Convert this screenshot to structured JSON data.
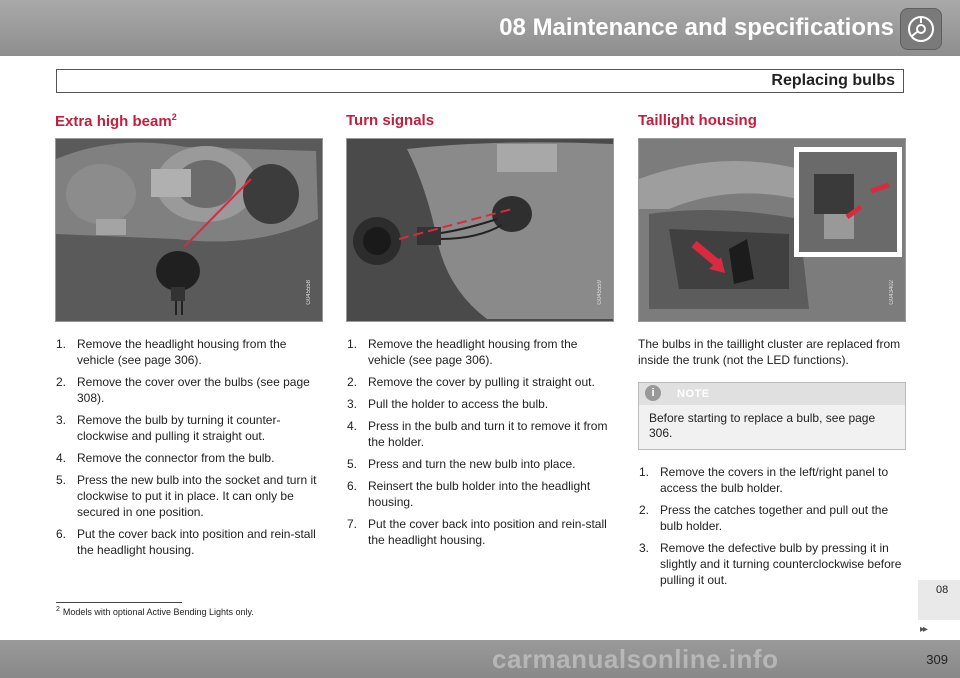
{
  "header": {
    "chapter_title": "08 Maintenance and specifications",
    "chapter_icon": "wrench-gear-icon",
    "section_title": "Replacing bulbs"
  },
  "columns": [
    {
      "heading": "Extra high beam",
      "heading_sup": "2",
      "figure_code": "G045558",
      "steps": [
        {
          "n": "1.",
          "text": "Remove the headlight housing from the vehicle (see page 306)."
        },
        {
          "n": "2.",
          "text": "Remove the cover over the bulbs (see page 308)."
        },
        {
          "n": "3.",
          "text": "Remove the bulb by turning it counter-clockwise and pulling it straight out."
        },
        {
          "n": "4.",
          "text": "Remove the connector from the bulb."
        },
        {
          "n": "5.",
          "text": "Press the new bulb into the socket and turn it clockwise to put it in place. It can only be secured in one position."
        },
        {
          "n": "6.",
          "text": "Put the cover back into position and rein-stall the headlight housing."
        }
      ]
    },
    {
      "heading": "Turn signals",
      "figure_code": "G045559",
      "steps": [
        {
          "n": "1.",
          "text": "Remove the headlight housing from the vehicle (see page 306)."
        },
        {
          "n": "2.",
          "text": "Remove the cover by pulling it straight out."
        },
        {
          "n": "3.",
          "text": "Pull the holder to access the bulb."
        },
        {
          "n": "4.",
          "text": "Press in the bulb and turn it to remove it from the holder."
        },
        {
          "n": "5.",
          "text": "Press and turn the new bulb into place."
        },
        {
          "n": "6.",
          "text": "Reinsert the bulb holder into the headlight housing."
        },
        {
          "n": "7.",
          "text": "Put the cover back into position and rein-stall the headlight housing."
        }
      ]
    },
    {
      "heading": "Taillight housing",
      "figure_code": "G043402",
      "intro": "The bulbs in the taillight cluster are replaced from inside the trunk (not the LED functions).",
      "note": {
        "icon": "info-icon",
        "label": "NOTE",
        "text": "Before starting to replace a bulb, see page 306."
      },
      "steps": [
        {
          "n": "1.",
          "text": "Remove the covers in the left/right panel to access the bulb holder."
        },
        {
          "n": "2.",
          "text": "Press the catches together and pull out the bulb holder."
        },
        {
          "n": "3.",
          "text": "Remove the defective bulb by pressing it in slightly and it turning counterclockwise before pulling it out."
        }
      ]
    }
  ],
  "footnote": {
    "marker": "2",
    "text": "Models with optional Active Bending Lights only."
  },
  "side_tab": "08",
  "next_arrows": "▸▸",
  "page_number": "309",
  "watermark": "carmanualsonline.info",
  "colors": {
    "heading": "#c0203d",
    "arrow": "#d82b3f",
    "header_bar": "#9a9a9a"
  }
}
